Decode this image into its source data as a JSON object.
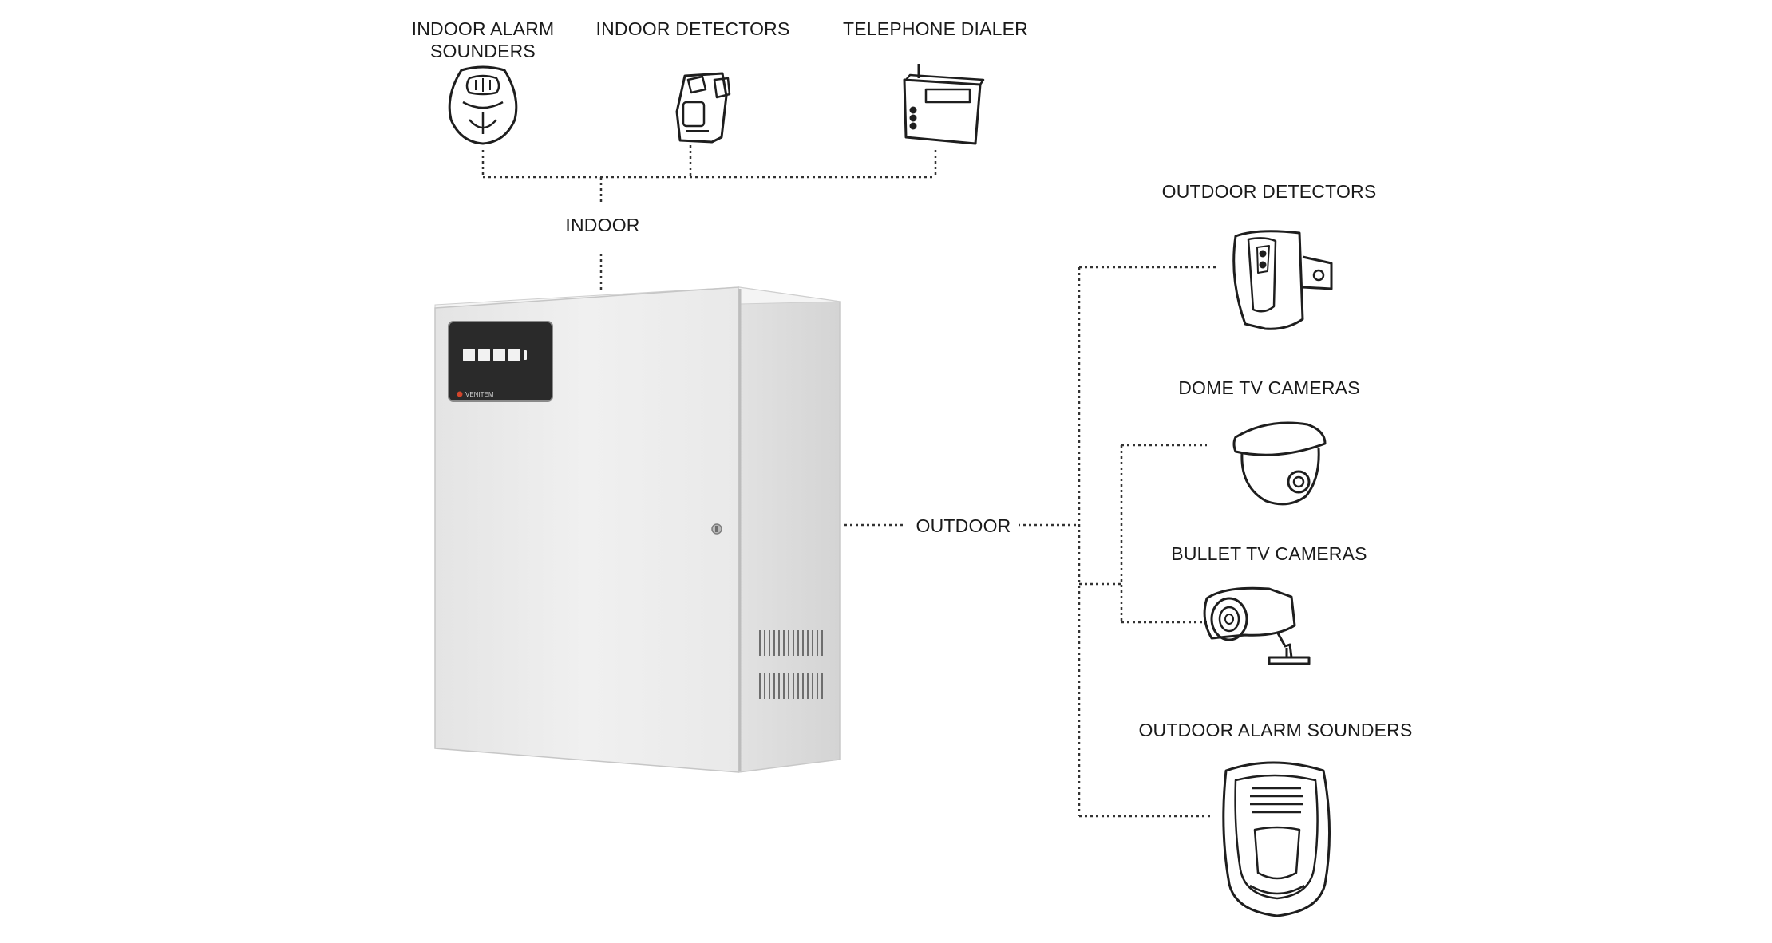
{
  "labels": {
    "indoor_alarm_sounders": "INDOOR ALARM SOUNDERS",
    "indoor_detectors": "INDOOR DETECTORS",
    "telephone_dialer": "TELEPHONE DIALER",
    "indoor": "INDOOR",
    "outdoor": "OUTDOOR",
    "outdoor_detectors": "OUTDOOR DETECTORS",
    "dome_tv_cameras": "DOME TV CAMERAS",
    "bullet_tv_cameras": "BULLET TV CAMERAS",
    "outdoor_alarm_sounders": "OUTDOOR ALARM SOUNDERS"
  },
  "panel": {
    "brand": "VENITEM"
  },
  "icons": {
    "indoor_alarm_sounder": "indoor-siren-icon",
    "indoor_detector": "pir-detector-icon",
    "telephone_dialer": "telephone-dialer-icon",
    "outdoor_detector": "outdoor-detector-icon",
    "dome_camera": "dome-camera-icon",
    "bullet_camera": "bullet-camera-icon",
    "outdoor_alarm_sounder": "outdoor-siren-icon"
  },
  "colors": {
    "line": "#333333",
    "cabinet": "#ececec",
    "cabinet_side": "#dedede",
    "panel_dark": "#2a2a2a",
    "brand_accent": "#d2452b"
  }
}
